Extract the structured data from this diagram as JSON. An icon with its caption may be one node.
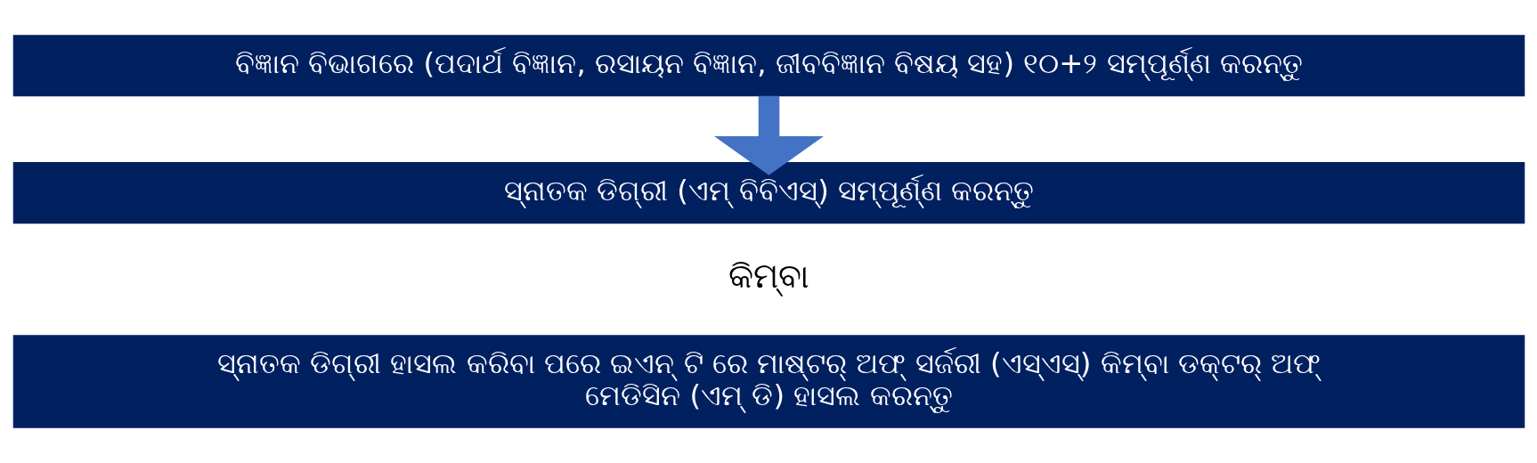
{
  "diagram": {
    "nodes": [
      {
        "text": [
          "ବିଜ୍ଞାନ ବିଭାଗରେ (ପଦାର୍ଥ ବିଜ୍ଞାନ, ରସାୟନ ବିଜ୍ଞାନ, ଜୀବବିଜ୍ଞାନ ବିଷୟ ସହ) ୧୦+୨ ସମ୍ପୂର୍ଣ୍ଣ କରନ୍ତୁ"
        ]
      },
      {
        "text": [
          "ସ୍ନାତକ ଡିଗ୍ରୀ (ଏମ୍ ବିବିଏସ୍) ସମ୍ପୂର୍ଣ୍ଣ କରନ୍ତୁ"
        ]
      },
      {
        "text": [
          "ସ୍ନାତକ ଡିଗ୍ରୀ ହାସଲ କରିବା ପରେ ଇଏନ୍ ଟି ରେ ମାଷ୍ଟର୍ ଅଫ୍ ସର୍ଜରୀ (ଏସ୍ଏସ୍) କିମ୍ବା ଡକ୍ଟର୍ ଅଫ୍ ମେଡିସିନ (ଏମ୍ ଡି) ହାସଲ କରନ୍ତୁ"
        ]
      }
    ],
    "edges": [
      {
        "from": 0,
        "to": 1,
        "arrow": "to"
      }
    ],
    "labels": [
      "କିମ୍ବା"
    ]
  }
}
